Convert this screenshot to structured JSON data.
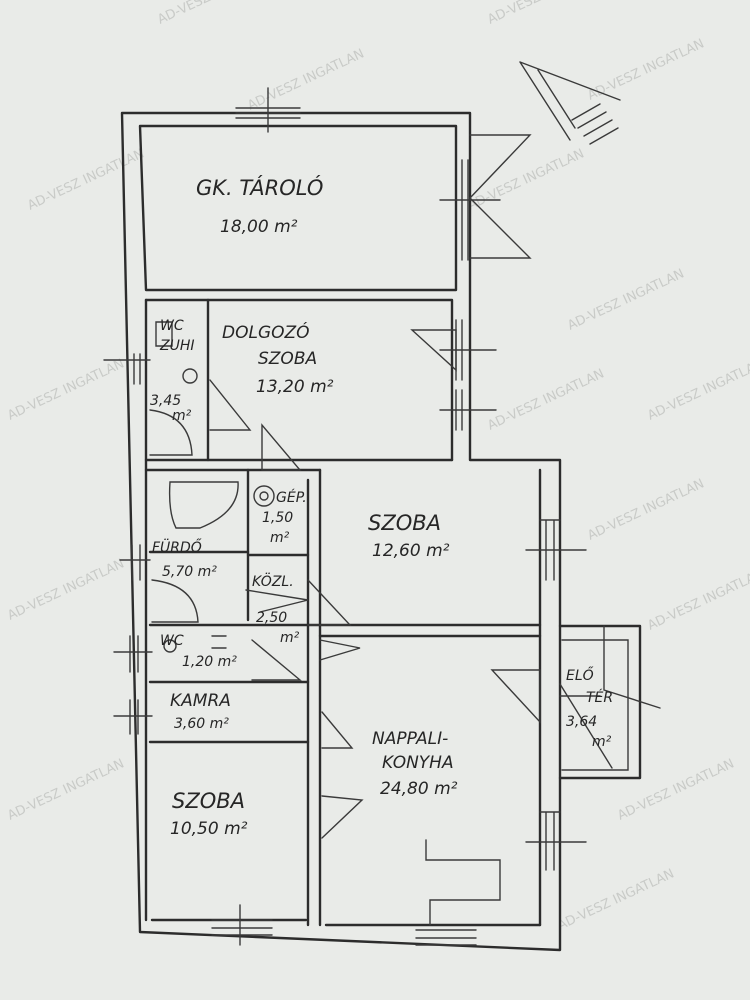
{
  "watermark": "AD-VESZ INGATLAN",
  "rooms": {
    "garage": {
      "name": "GK. TÁROLÓ",
      "area": "18,00 m²"
    },
    "wc_shower": {
      "name_line1": "WC",
      "name_line2": "ZUHI",
      "area_line1": "3,45",
      "area_line2": "m²"
    },
    "study": {
      "name_line1": "DOLGOZÓ",
      "name_line2": "SZOBA",
      "area": "13,20 m²"
    },
    "bath": {
      "name": "FÜRDŐ",
      "area": "5,70 m²"
    },
    "utility": {
      "name": "GÉP.",
      "area_line1": "1,50",
      "area_line2": "m²"
    },
    "room1": {
      "name": "SZOBA",
      "area": "12,60 m²"
    },
    "hall": {
      "name": "KÖZL.",
      "area_line1": "2,50",
      "area_line2": "m²"
    },
    "wc": {
      "name": "WC",
      "area": "1,20 m²"
    },
    "pantry": {
      "name": "KAMRA",
      "area": "3,60 m²"
    },
    "kitchen": {
      "name_line1": "NAPPALI-",
      "name_line2": "KONYHA",
      "area": "24,80 m²"
    },
    "entry": {
      "name_line1": "ELŐ",
      "name_line2": "TÉR",
      "area_line1": "3,64",
      "area_line2": "m²"
    },
    "room2": {
      "name": "SZOBA",
      "area": "10,50 m²"
    }
  }
}
